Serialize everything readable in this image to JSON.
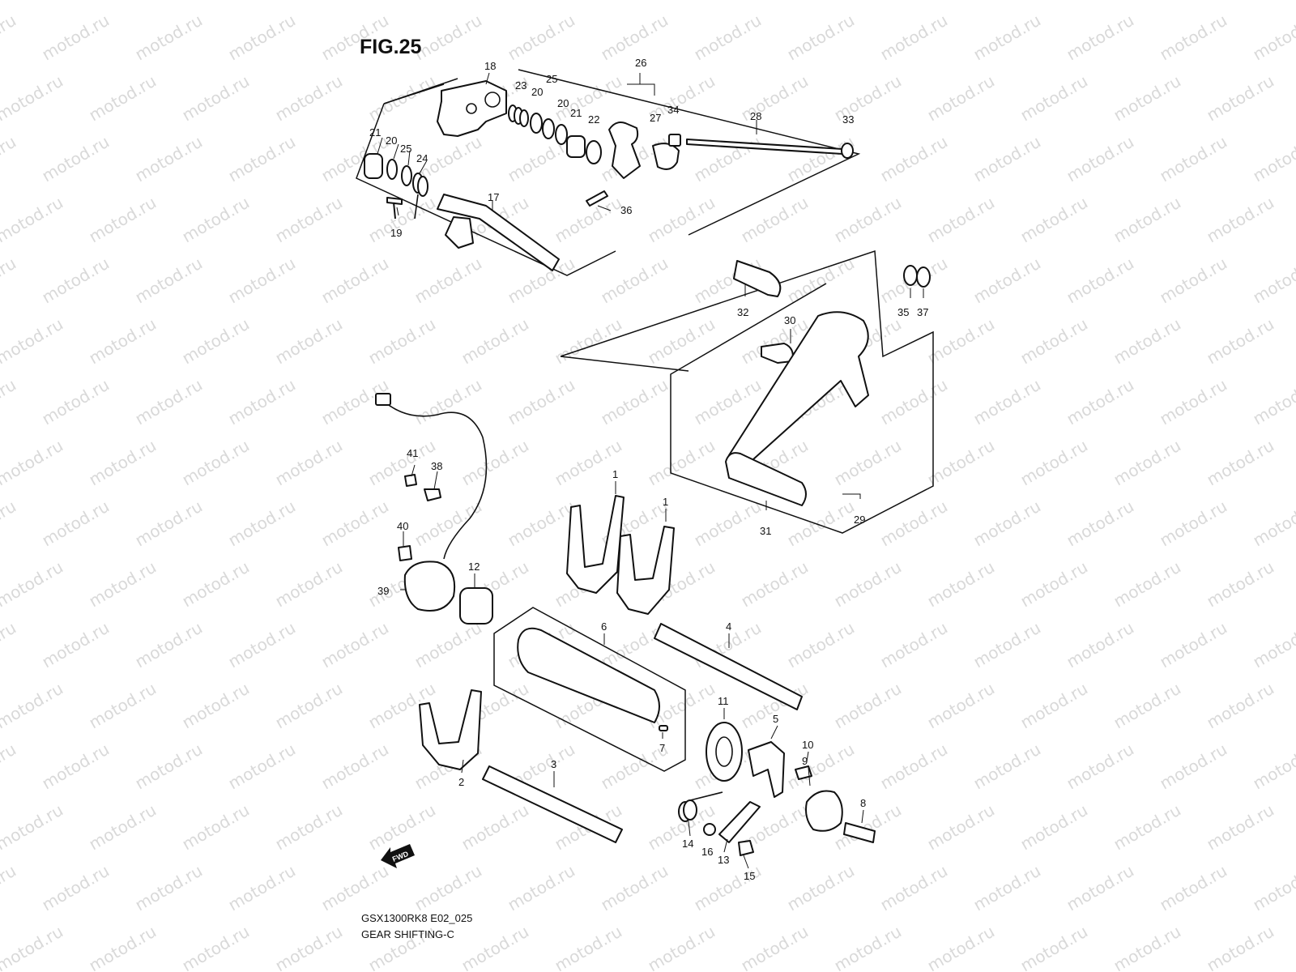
{
  "figure": {
    "title": "FIG.25",
    "model_code": "GSX1300RK8 E02_025",
    "section_name": "GEAR SHIFTING-C",
    "fwd_label": "FWD",
    "watermark": "motod.ru"
  },
  "callouts": [
    {
      "id": "c18",
      "text": "18"
    },
    {
      "id": "c23",
      "text": "23"
    },
    {
      "id": "c20a",
      "text": "20"
    },
    {
      "id": "c25a",
      "text": "25"
    },
    {
      "id": "c20b",
      "text": "20"
    },
    {
      "id": "c21a",
      "text": "21"
    },
    {
      "id": "c22",
      "text": "22"
    },
    {
      "id": "c26",
      "text": "26"
    },
    {
      "id": "c27",
      "text": "27"
    },
    {
      "id": "c34",
      "text": "34"
    },
    {
      "id": "c28",
      "text": "28"
    },
    {
      "id": "c33",
      "text": "33"
    },
    {
      "id": "c21b",
      "text": "21"
    },
    {
      "id": "c20c",
      "text": "20"
    },
    {
      "id": "c25b",
      "text": "25"
    },
    {
      "id": "c24",
      "text": "24"
    },
    {
      "id": "c17",
      "text": "17"
    },
    {
      "id": "c19",
      "text": "19"
    },
    {
      "id": "c36",
      "text": "36"
    },
    {
      "id": "c32",
      "text": "32"
    },
    {
      "id": "c35",
      "text": "35"
    },
    {
      "id": "c37",
      "text": "37"
    },
    {
      "id": "c30",
      "text": "30"
    },
    {
      "id": "c29",
      "text": "29"
    },
    {
      "id": "c31",
      "text": "31"
    },
    {
      "id": "c41",
      "text": "41"
    },
    {
      "id": "c38",
      "text": "38"
    },
    {
      "id": "c40",
      "text": "40"
    },
    {
      "id": "c39",
      "text": "39"
    },
    {
      "id": "c12",
      "text": "12"
    },
    {
      "id": "c1a",
      "text": "1"
    },
    {
      "id": "c1b",
      "text": "1"
    },
    {
      "id": "c6",
      "text": "6"
    },
    {
      "id": "c4",
      "text": "4"
    },
    {
      "id": "c11",
      "text": "11"
    },
    {
      "id": "c5",
      "text": "5"
    },
    {
      "id": "c10",
      "text": "10"
    },
    {
      "id": "c9",
      "text": "9"
    },
    {
      "id": "c7",
      "text": "7"
    },
    {
      "id": "c2",
      "text": "2"
    },
    {
      "id": "c3",
      "text": "3"
    },
    {
      "id": "c8",
      "text": "8"
    },
    {
      "id": "c14",
      "text": "14"
    },
    {
      "id": "c16",
      "text": "16"
    },
    {
      "id": "c13",
      "text": "13"
    },
    {
      "id": "c15",
      "text": "15"
    }
  ]
}
